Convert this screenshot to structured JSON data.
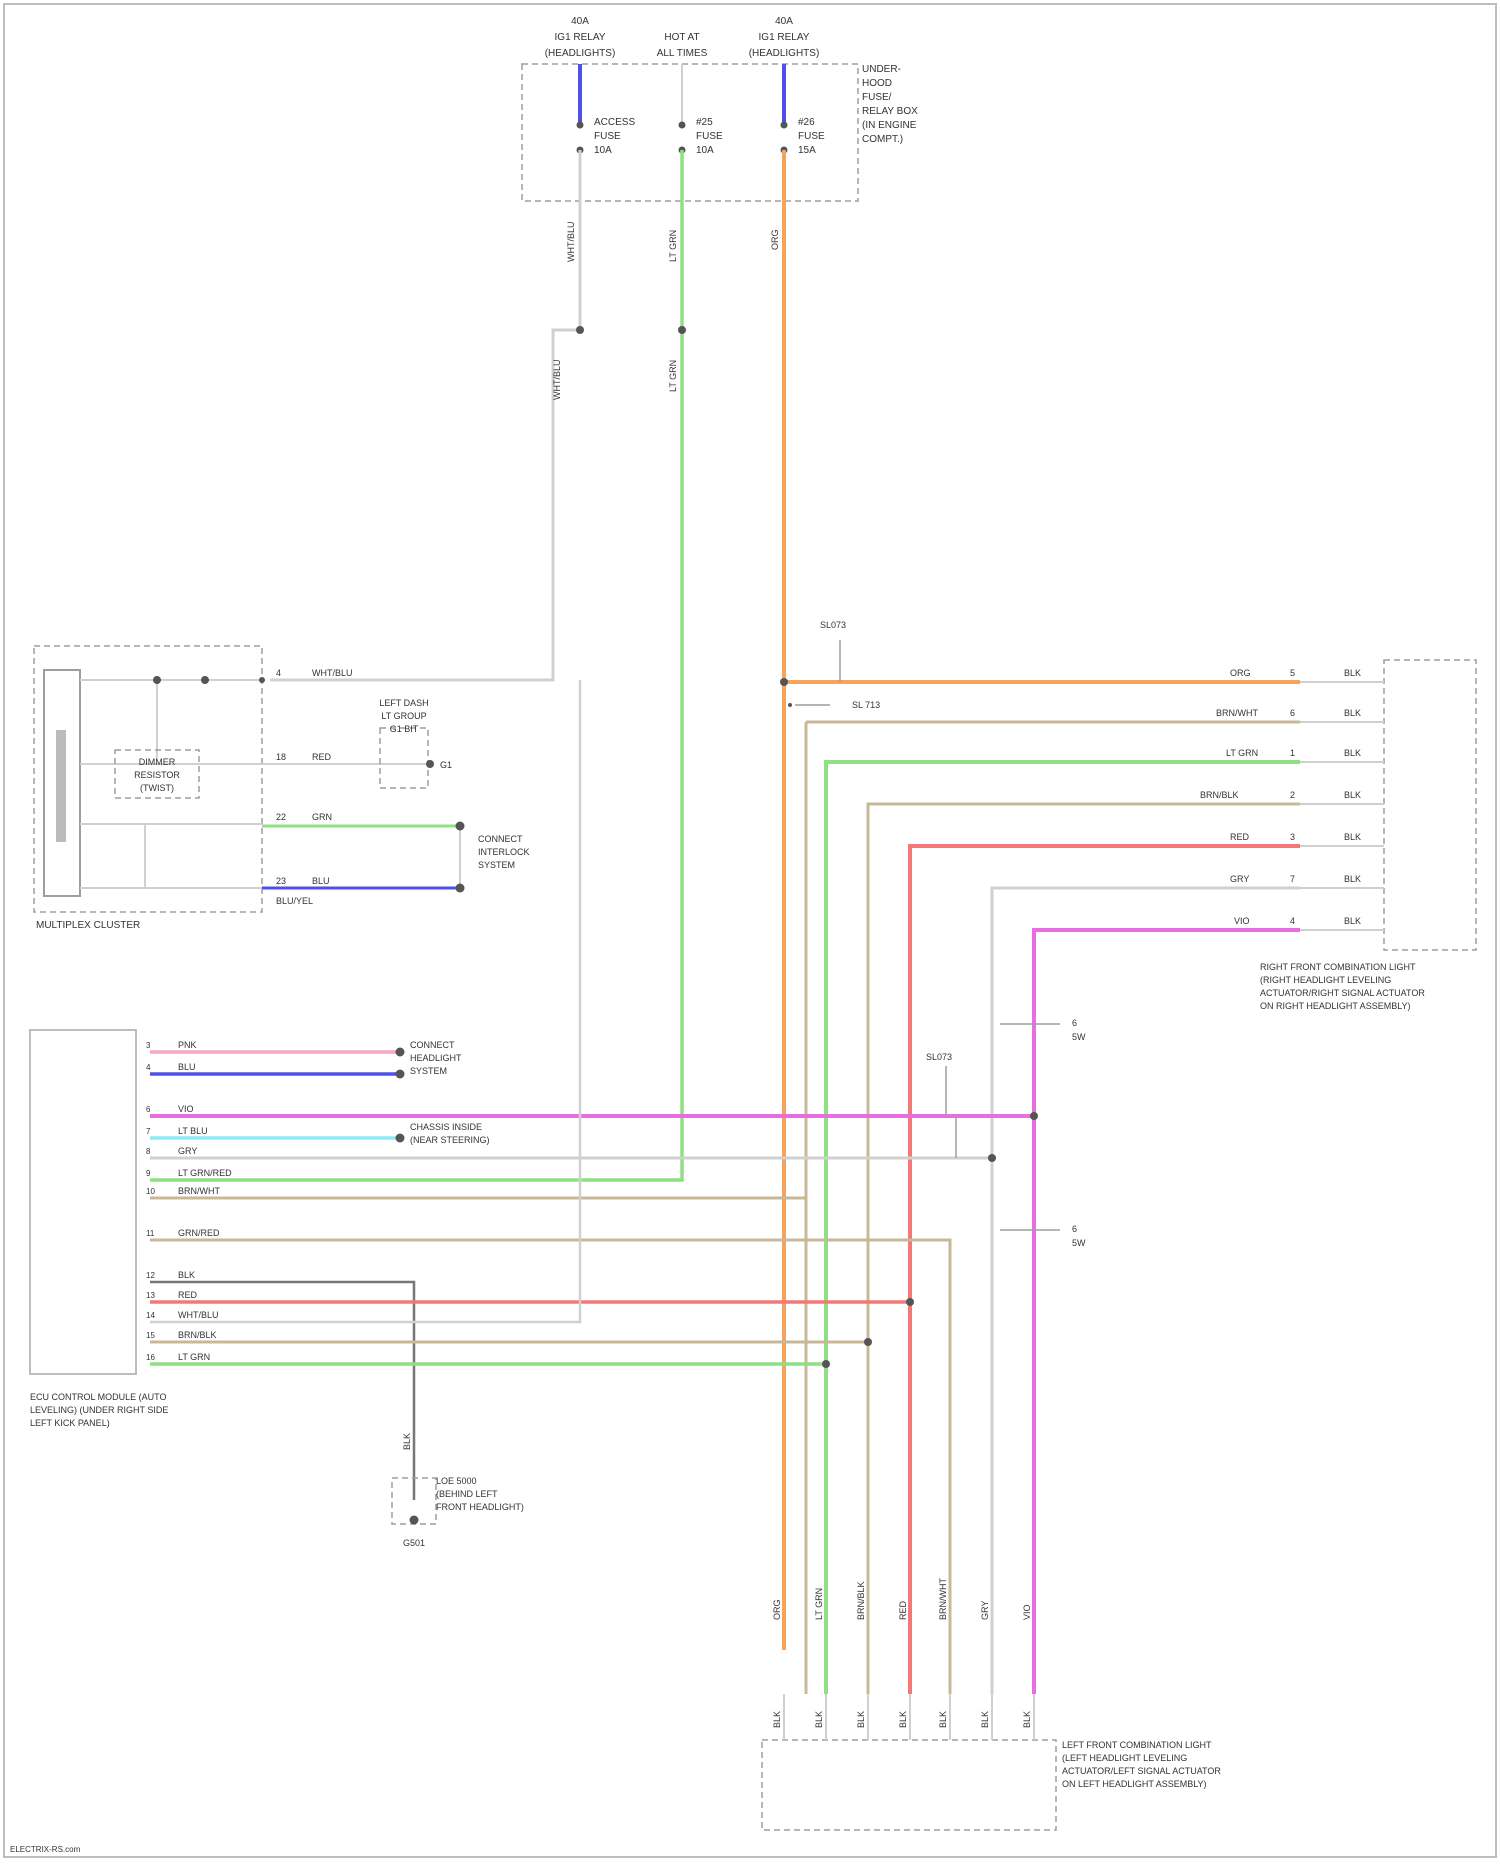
{
  "diagram": {
    "fuses": {
      "left": {
        "header": [
          "40A",
          "IG1 RELAY",
          "(HEADLIGHTS)"
        ],
        "label": [
          "ACCESS",
          "FUSE",
          "10A"
        ],
        "wire": "WHT/BLU"
      },
      "center": {
        "header": [
          "HOT AT",
          "ALL TIMES"
        ],
        "label": [
          "#25",
          "FUSE",
          "10A"
        ],
        "wire": "LT GRN"
      },
      "right": {
        "header": [
          "40A",
          "IG1 RELAY",
          "(HEADLIGHTS)"
        ],
        "label": [
          "#26",
          "FUSE",
          "15A"
        ],
        "wire": "ORG"
      },
      "box_label": [
        "UNDER-",
        "HOOD",
        "FUSE/",
        "RELAY BOX",
        "(IN ENGINE",
        "COMPT.)"
      ]
    },
    "switch_block": {
      "name": "MULTIPLEX CLUSTER",
      "resistor": [
        "DIMMER",
        "RESISTOR",
        "(TWIST)"
      ],
      "pins": [
        {
          "num": "4",
          "wire": "WHT/BLU"
        },
        {
          "num": "18",
          "wire": "RED"
        },
        {
          "num": "22",
          "wire": "GRN"
        },
        {
          "num": "23",
          "wire": "BLU"
        }
      ],
      "ground_label": [
        "LEFT DASH",
        "LT GROUP",
        "G1 BIT"
      ],
      "ground_tag": "G1",
      "connect_label": [
        "CONNECT",
        "INTERLOCK",
        "SYSTEM"
      ],
      "bottom_label": "BLU/YEL"
    },
    "splices": {
      "upper": "SL073",
      "mid": "SL 713",
      "left": "SL073"
    },
    "right_lamp": {
      "label": [
        "RIGHT FRONT COMBINATION LIGHT",
        "(RIGHT HEADLIGHT LEVELING",
        "ACTUATOR/RIGHT SIGNAL ACTUATOR",
        "ON RIGHT HEADLIGHT ASSEMBLY)"
      ],
      "wires": [
        {
          "color": "ORG",
          "pin": "5",
          "end": "BLK"
        },
        {
          "color": "BRN/WHT",
          "pin": "6",
          "end": "BLK"
        },
        {
          "color": "LT GRN",
          "pin": "1",
          "end": "BLK"
        },
        {
          "color": "BRN/BLK",
          "pin": "2",
          "end": "BLK"
        },
        {
          "color": "RED",
          "pin": "3",
          "end": "BLK"
        },
        {
          "color": "GRY",
          "pin": "7",
          "end": "BLK"
        },
        {
          "color": "VIO",
          "pin": "4",
          "end": "BLK"
        }
      ]
    },
    "control_unit": {
      "label": [
        "ECU CONTROL MODULE (AUTO",
        "LEVELING) (UNDER RIGHT SIDE",
        "LEFT KICK PANEL)"
      ],
      "wires": [
        {
          "pin": "3",
          "color": "PNK"
        },
        {
          "pin": "4",
          "color": "BLU"
        },
        {
          "pin": "6",
          "color": "VIO"
        },
        {
          "pin": "7",
          "color": "LT BLU"
        },
        {
          "pin": "8",
          "color": "GRY"
        },
        {
          "pin": "9",
          "color": "LT GRN/RED"
        },
        {
          "pin": "10",
          "color": "BRN/WHT"
        },
        {
          "pin": "11",
          "color": "GRN/RED"
        },
        {
          "pin": "12",
          "color": "BLK"
        },
        {
          "pin": "13",
          "color": "RED"
        },
        {
          "pin": "14",
          "color": "WHT/BLU"
        },
        {
          "pin": "15",
          "color": "BRN/BLK"
        },
        {
          "pin": "16",
          "color": "LT GRN"
        }
      ],
      "dest_pnk_blu": [
        "CONNECT",
        "HEADLIGHT",
        "SYSTEM"
      ],
      "dest_ltblu": [
        "CHASSIS INSIDE",
        "(NEAR STEERING)"
      ]
    },
    "ground_bottom": {
      "label": [
        "LOE 5000",
        "(BEHIND LEFT",
        "FRONT HEADLIGHT)"
      ],
      "wire": "BLK",
      "tag": "G501"
    },
    "left_lamp": {
      "label": [
        "LEFT FRONT COMBINATION LIGHT",
        "(LEFT HEADLIGHT LEVELING",
        "ACTUATOR/LEFT SIGNAL ACTUATOR",
        "ON LEFT HEADLIGHT ASSEMBLY)"
      ],
      "wires": [
        "ORG",
        "LT GRN",
        "BRN/BLK",
        "RED",
        "BRN/WHT",
        "GRY",
        "VIO"
      ],
      "ends": [
        "BLK",
        "BLK",
        "BLK",
        "BLK",
        "BLK",
        "BLK",
        "BLK"
      ]
    },
    "markers": {
      "m1": "6",
      "m1b": "5W",
      "m2": "6",
      "m2b": "5W",
      "sl": "SL073"
    },
    "footer": "ELECTRIX-RS.com"
  },
  "colors": {
    "wire_wht": "#d0d0d0",
    "wire_org": "#f7a35c",
    "wire_grn": "#8fe082",
    "wire_blu": "#5050e8",
    "wire_red": "#f57878",
    "wire_pnk": "#f5a8c0",
    "wire_vio": "#e86ee0",
    "wire_ltblu": "#8eeaf5",
    "wire_brn": "#c8b898",
    "wire_blk": "#555555",
    "box": "#bdbdbd"
  }
}
